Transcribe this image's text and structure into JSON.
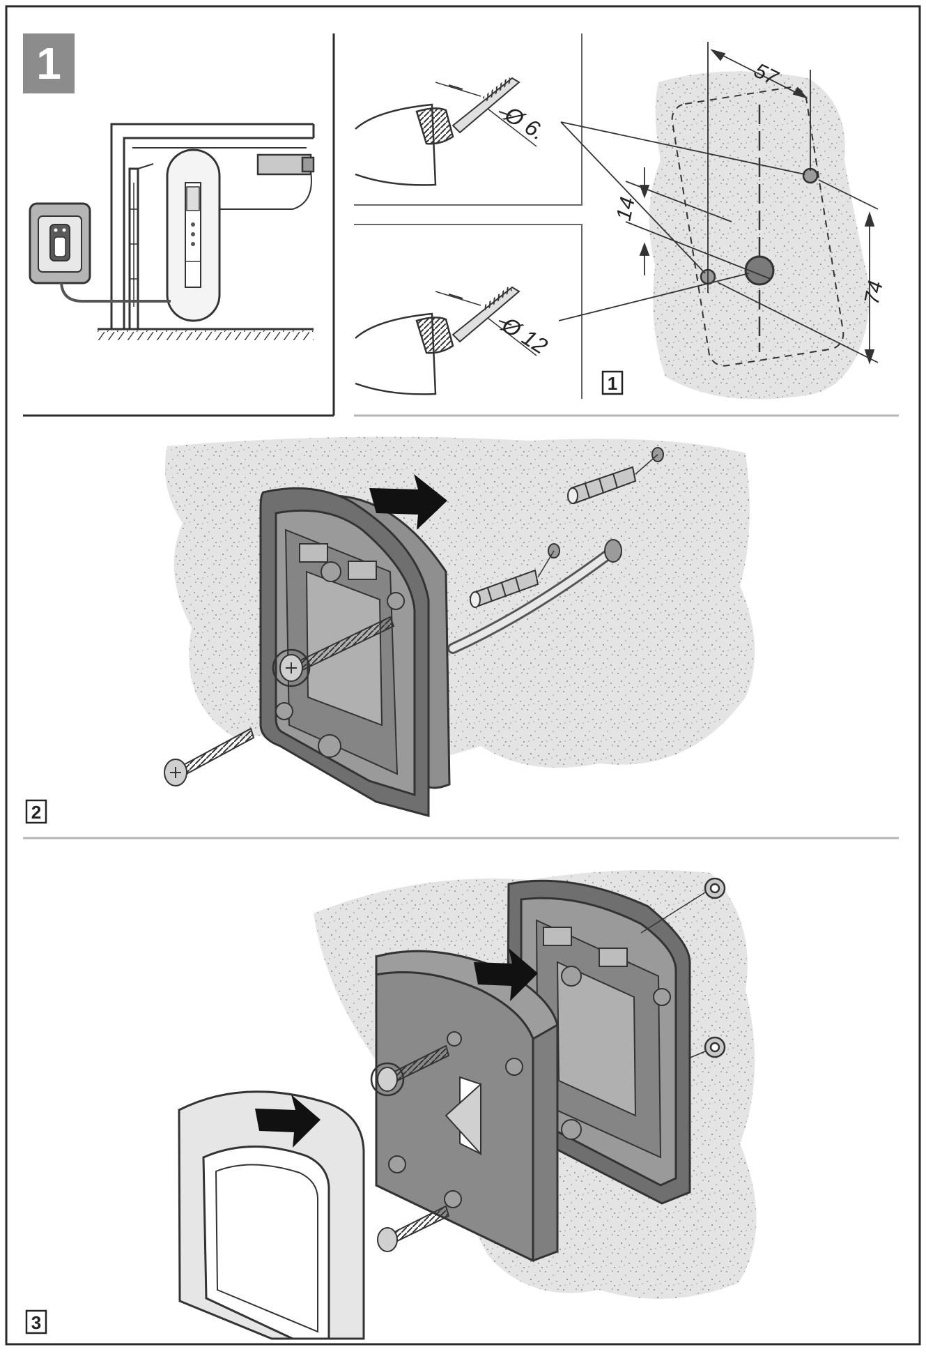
{
  "colors": {
    "frame": "#2a2a2a",
    "stucco": "#e4e4e4",
    "part_dark": "#6f6f6f",
    "part_mid": "#9b9b9b",
    "part_light": "#c9c9c9",
    "badge_bg": "#8c8c8c",
    "arrow": "#111111",
    "divider": "#b5b5b5"
  },
  "panel1": {
    "badge": "1",
    "step_label": "1",
    "drill_top_label": "Ø 6.",
    "drill_bottom_label": "Ø 12",
    "dim_width": "57",
    "dim_hole_offset": "14",
    "dim_height": "74"
  },
  "panel2": {
    "step_label": "2"
  },
  "panel3": {
    "step_label": "3"
  }
}
